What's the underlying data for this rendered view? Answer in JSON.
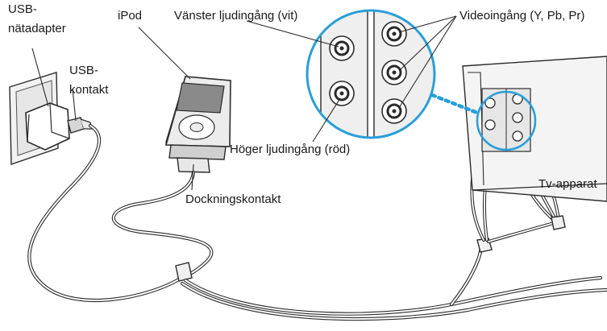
{
  "labels": {
    "usb_adapter_line1": "USB-",
    "usb_adapter_line2": "nätadapter",
    "usb_connector_line1": "USB-",
    "usb_connector_line2": "kontakt",
    "ipod": "iPod",
    "left_audio": "Vänster ljudingång (vit)",
    "video_in": "Videoingång (Y, Pb, Pr)",
    "right_audio": "Höger ljudingång (röd)",
    "tv": "Tv-apparat",
    "dock_connector": "Dockningskontakt"
  },
  "colors": {
    "callout_ring": "#2a9fd8",
    "outline": "#2b2b2b",
    "ipod_screen": "#8a8a8a"
  }
}
